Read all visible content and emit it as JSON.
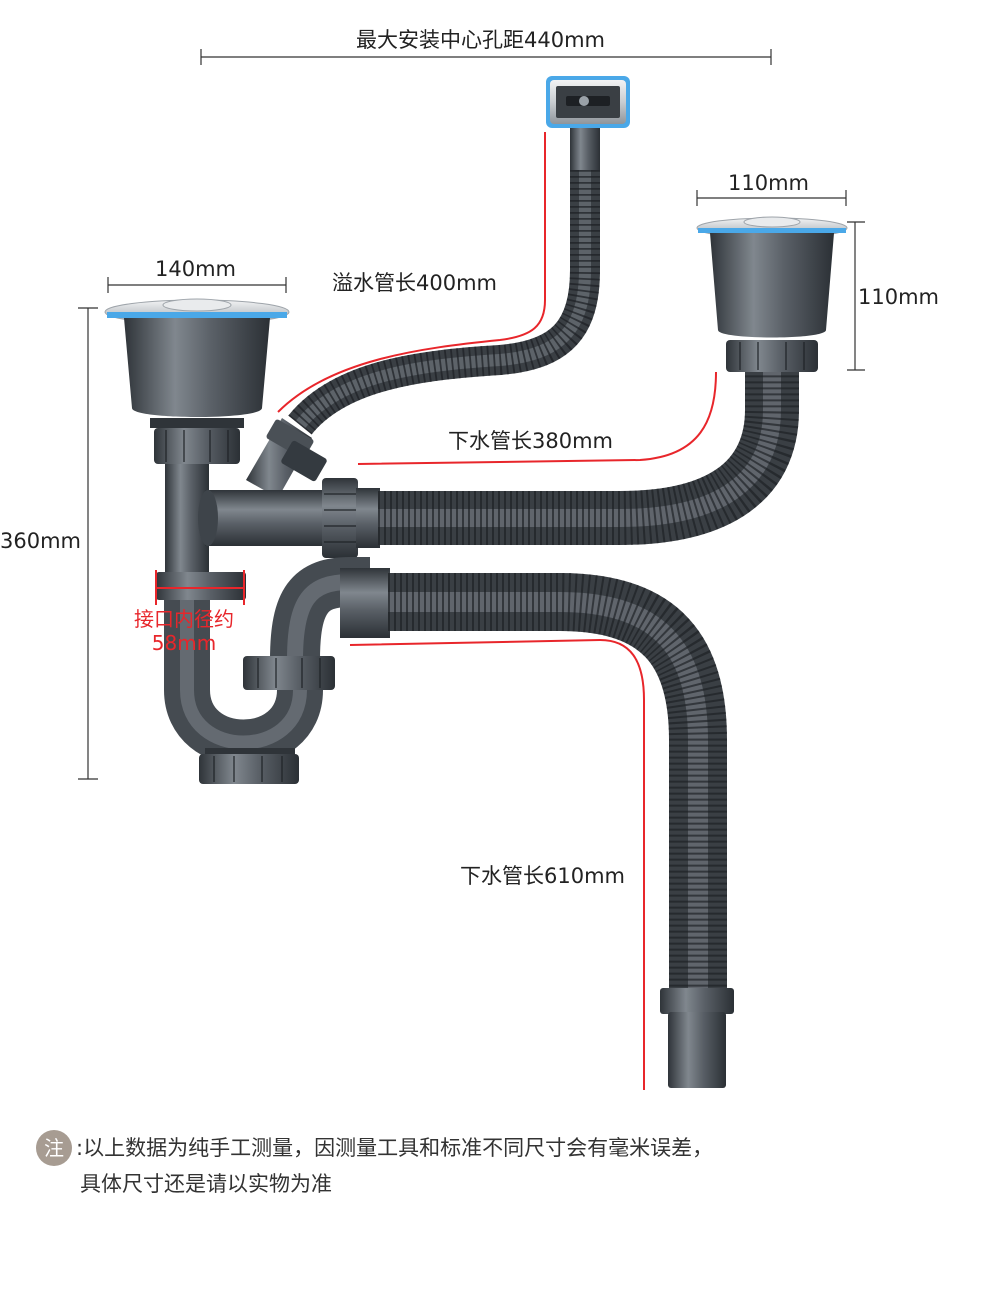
{
  "colors": {
    "measure_line": "#e8262b",
    "pipe_dark": "#3c4147",
    "pipe_mid": "#6a7078",
    "pipe_light": "#9aa1a8",
    "steel": "#d7dadd",
    "blue_ring": "#4aa8e8",
    "dim_line": "#333333",
    "note_badge": "#a79c92"
  },
  "labels": {
    "max_center_distance": "最大安装中心孔距440mm",
    "overflow_pipe": "溢水管长400mm",
    "drain_pipe_380": "下水管长380mm",
    "drain_pipe_610": "下水管长610mm",
    "left_basket_width": "140mm",
    "right_basket_width": "110mm",
    "right_basket_height": "110mm",
    "overall_height": "360mm",
    "inner_diameter_line1": "接口内径约",
    "inner_diameter_line2": "58mm"
  },
  "note": {
    "badge": "注",
    "line1": ":以上数据为纯手工测量，因测量工具和标准不同尺寸会有毫米误差，",
    "line2": "具体尺寸还是请以实物为准"
  },
  "icons": {
    "overflow_cover": "overflow-cover-icon",
    "strainer": "sink-strainer-icon"
  }
}
